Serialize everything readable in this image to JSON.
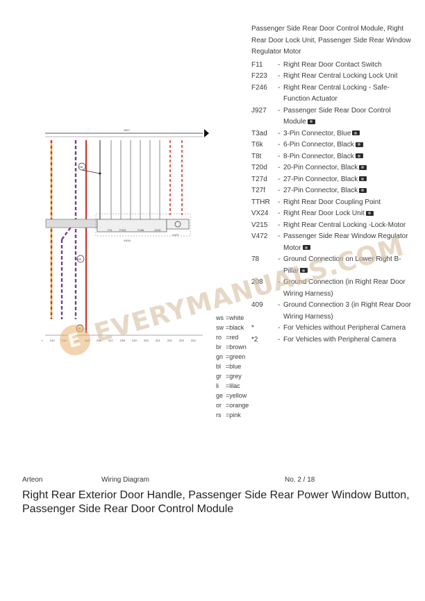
{
  "legend": {
    "intro": "Passenger Side Rear Door Control Module, Right Rear Door Lock Unit, Passenger Side Rear Window Regulator Motor",
    "items": [
      {
        "code": "F11",
        "desc": "Right Rear Door Contact Switch",
        "icon": false
      },
      {
        "code": "F223",
        "desc": "Right Rear Central Locking Lock Unit",
        "icon": false
      },
      {
        "code": "F246",
        "desc": "Right Rear Central Locking - Safe- Function Actuator",
        "icon": false
      },
      {
        "code": "J927",
        "desc": "Passenger Side Rear Door Control Module",
        "icon": true
      },
      {
        "code": "T3ad",
        "desc": "3-Pin Connector, Blue",
        "icon": true
      },
      {
        "code": "T6k",
        "desc": "6-Pin Connector, Black",
        "icon": true
      },
      {
        "code": "T8t",
        "desc": "8-Pin Connector, Black",
        "icon": true
      },
      {
        "code": "T20d",
        "desc": "20-Pin Connector, Black",
        "icon": true
      },
      {
        "code": "T27d",
        "desc": "27-Pin Connector, Black",
        "icon": true
      },
      {
        "code": "T27f",
        "desc": "27-Pin Connector, Black",
        "icon": true
      },
      {
        "code": "TTHR",
        "desc": "Right Rear Door Coupling Point",
        "icon": false
      },
      {
        "code": "VX24",
        "desc": "Right Rear Door Lock Unit",
        "icon": true
      },
      {
        "code": "V215",
        "desc": "Right Rear Central Locking -Lock-Motor",
        "icon": false
      },
      {
        "code": "V472",
        "desc": "Passenger Side Rear Window Regulator Motor",
        "icon": true
      },
      {
        "code": "78",
        "desc": "Ground Connection on Lower Right B-Pillar",
        "icon": true
      },
      {
        "code": "208",
        "desc": "Ground Connection (in Right Rear Door Wiring Harness)",
        "icon": false
      },
      {
        "code": "409",
        "desc": "Ground Connection 3 (in Right Rear Door Wiring Harness)",
        "icon": false
      },
      {
        "code": "*",
        "desc": "For Vehicles without Peripheral Camera",
        "icon": false
      },
      {
        "code": "*2",
        "desc": "For Vehicles with Peripheral Camera",
        "icon": false
      }
    ]
  },
  "color_key": [
    {
      "abbr": "ws",
      "name": "white"
    },
    {
      "abbr": "sw",
      "name": "black"
    },
    {
      "abbr": "ro",
      "name": "red"
    },
    {
      "abbr": "br",
      "name": "brown"
    },
    {
      "abbr": "gn",
      "name": "green"
    },
    {
      "abbr": "bl",
      "name": "blue"
    },
    {
      "abbr": "gr",
      "name": "grey"
    },
    {
      "abbr": "li",
      "name": "lilac"
    },
    {
      "abbr": "ge",
      "name": "yellow"
    },
    {
      "abbr": "or",
      "name": "orange"
    },
    {
      "abbr": "rs",
      "name": "pink"
    }
  ],
  "footer": {
    "model": "Arteon",
    "doc_type": "Wiring Diagram",
    "page": "No.  2 / 18"
  },
  "title": "Right Rear Exterior Door Handle, Passenger Side Rear Power Window Button, Passenger Side Rear Door Control Module",
  "watermark": "EVERYMANUALS.COM",
  "diagram": {
    "top_label": "J927",
    "bottom_numbers": [
      "211",
      "212",
      "213",
      "214",
      "215",
      "216",
      "217",
      "218",
      "219",
      "220",
      "221",
      "222",
      "223",
      "224"
    ],
    "part_labels": [
      "F11",
      "F223",
      "F246",
      "V215",
      "V472",
      "VX24"
    ],
    "ground_labels": [
      "208",
      "409",
      "78"
    ],
    "wire_colors": {
      "red": "#d0342c",
      "yellow": "#e6c21a",
      "lilac": "#7a3a8c",
      "black": "#222222",
      "grey": "#9a9a9a"
    }
  }
}
